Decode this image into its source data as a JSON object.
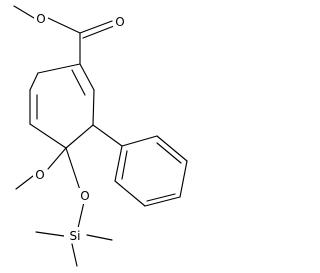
{
  "molecule": {
    "atoms": {
      "ester_carbonyl_o": "O",
      "ester_o": "O",
      "methoxy_o": "O",
      "silyl_o": "O",
      "silicon": "Si"
    }
  }
}
